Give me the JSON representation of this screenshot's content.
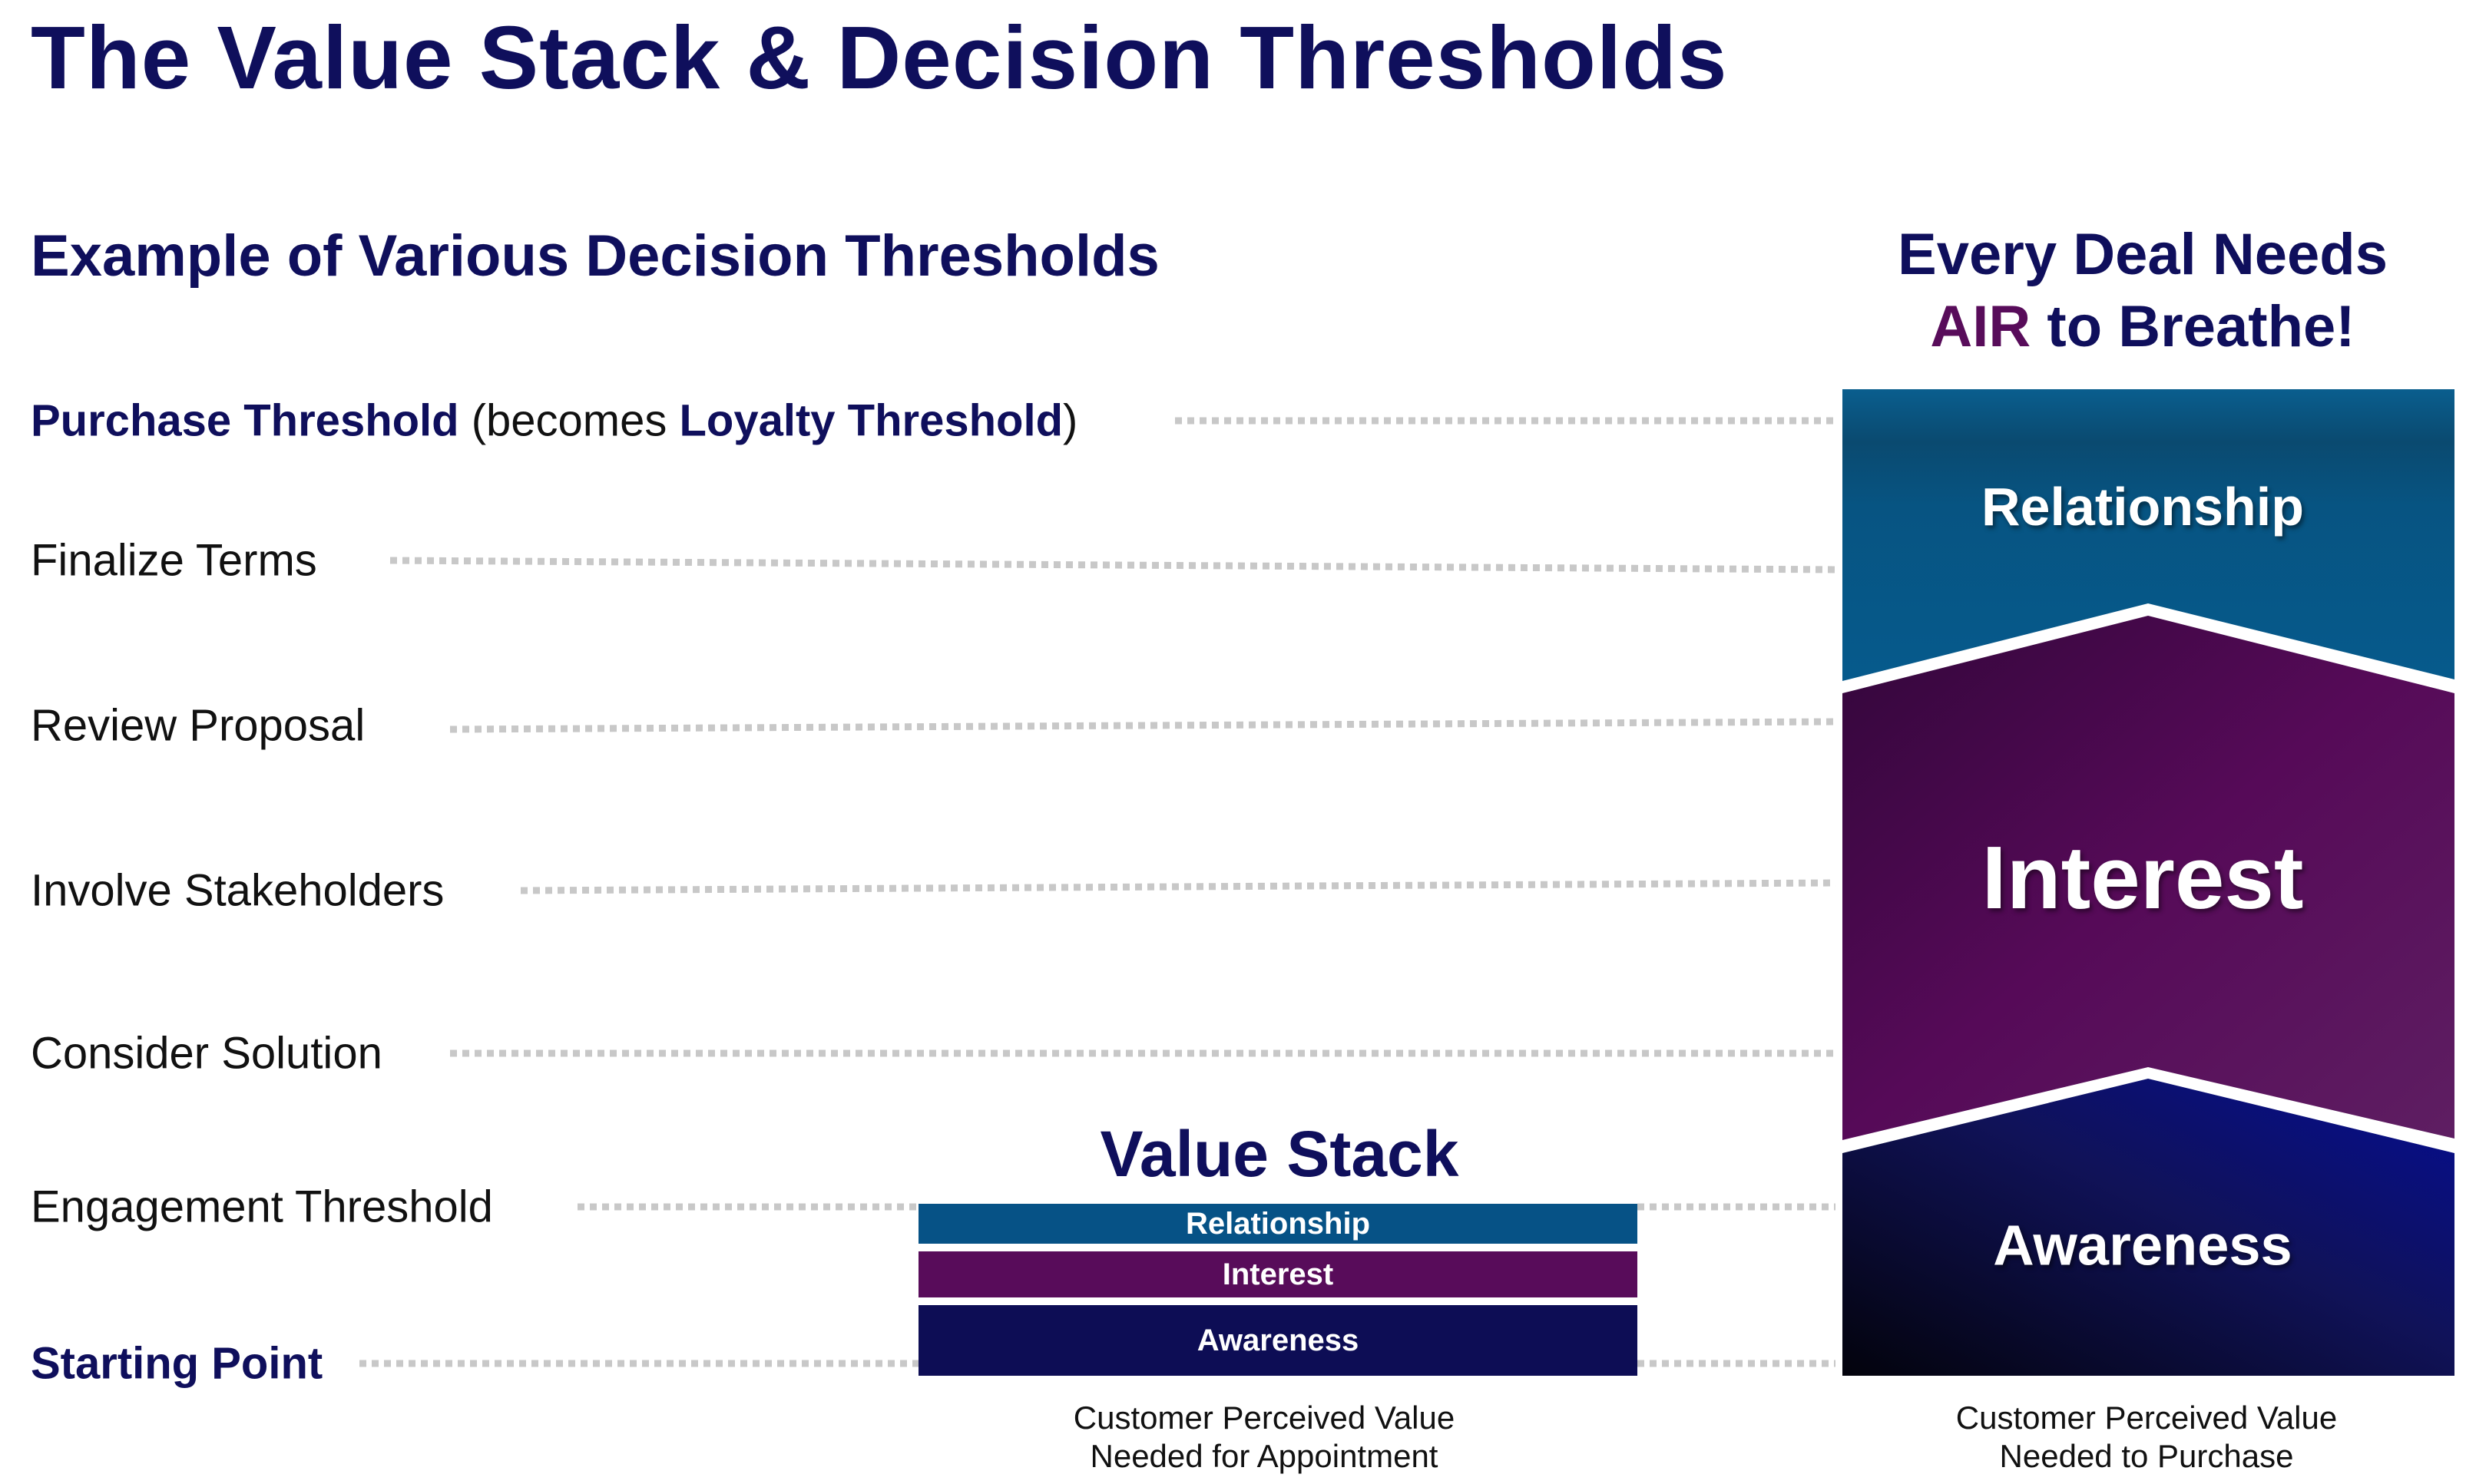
{
  "title": "The Value Stack & Decision Thresholds",
  "subtitle": "Example of Various Decision Thresholds",
  "air_heading": {
    "line1": "Every Deal Needs",
    "air_word": "AIR",
    "line2_rest": " to Breathe!"
  },
  "thresholds": {
    "purchase": {
      "label": "Purchase Threshold",
      "paren_open": " (becomes ",
      "loyalty": "Loyalty Threshold",
      "paren_close": ")"
    },
    "finalize": "Finalize Terms",
    "review": "Review Proposal",
    "involve": "Involve Stakeholders",
    "consider": "Consider Solution",
    "engagement": "Engagement Threshold",
    "starting": "Starting Point"
  },
  "value_stack": {
    "title": "Value Stack",
    "relationship": "Relationship",
    "interest": "Interest",
    "awareness": "Awareness",
    "caption_line1": "Customer Perceived Value",
    "caption_line2": "Needed for Appointment"
  },
  "air_stack": {
    "relationship": "Relationship",
    "interest": "Interest",
    "awareness": "Awareness",
    "caption_line1": "Customer Perceived Value",
    "caption_line2": "Needed to Purchase"
  },
  "colors": {
    "navy": "#0f0f5c",
    "relationship": "#065286",
    "interest": "#580c5a",
    "awareness": "#0d0d55",
    "dots": "#c8c8c8"
  }
}
